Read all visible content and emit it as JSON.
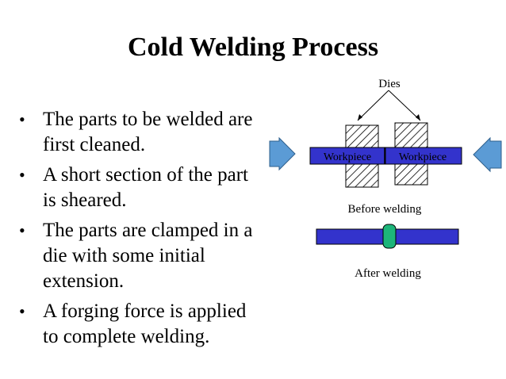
{
  "slide": {
    "title": "Cold Welding Process",
    "bullets": [
      {
        "line1": "The parts to be welded are",
        "line2": "first cleaned."
      },
      {
        "line1": "A short section of the part",
        "line2": "is sheared."
      },
      {
        "line1": "The parts are clamped in a",
        "line2": "die with some initial",
        "line3": "extension."
      },
      {
        "line1": "A forging force is applied",
        "line2": "to complete welding."
      }
    ],
    "bullet_glyph": "•"
  },
  "diagram": {
    "dies_label": "Dies",
    "workpiece_left_label": "Workpiece",
    "workpiece_right_label": "Workpiece",
    "before_label": "Before welding",
    "after_label": "After welding",
    "colors": {
      "workpiece": "#3333cc",
      "arrow": "#5b9bd5",
      "weld": "#1db57a",
      "die_hatch": "#000000"
    }
  }
}
